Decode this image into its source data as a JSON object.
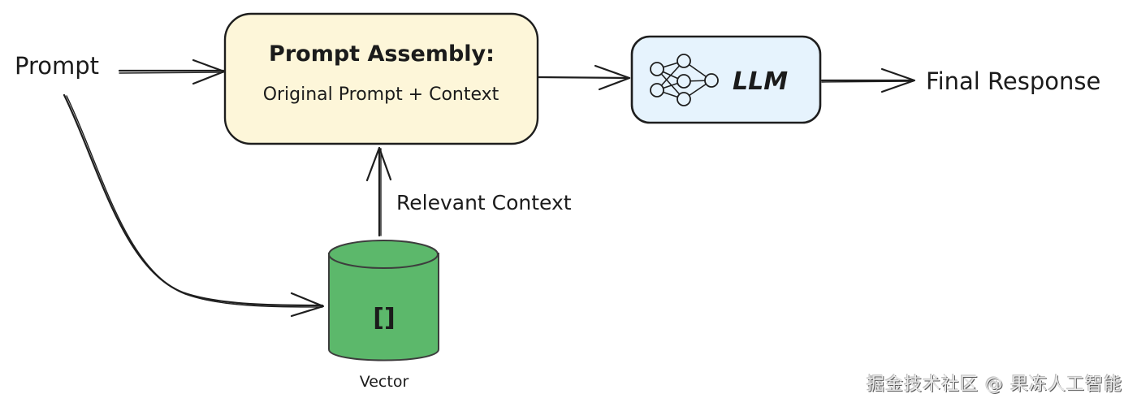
{
  "diagram": {
    "input_label": "Prompt",
    "assembly_box": {
      "title": "Prompt Assembly:",
      "subtitle": "Original Prompt + Context",
      "fill": "#fdf6d9"
    },
    "llm_box": {
      "label": "LLM",
      "icon": "neural-network-icon",
      "fill": "#e6f3fd"
    },
    "output_label": "Final Response",
    "edge_label_context": "Relevant Context",
    "vector_store": {
      "label": "Vector",
      "icon_glyph": "[]",
      "fill": "#5cb86b"
    },
    "edges": [
      {
        "from": "Prompt",
        "to": "Prompt Assembly"
      },
      {
        "from": "Prompt",
        "to": "Vector"
      },
      {
        "from": "Vector",
        "to": "Prompt Assembly",
        "label": "Relevant Context"
      },
      {
        "from": "Prompt Assembly",
        "to": "LLM"
      },
      {
        "from": "LLM",
        "to": "Final Response"
      }
    ]
  },
  "watermark": "掘金技术社区 @ 果冻人工智能"
}
